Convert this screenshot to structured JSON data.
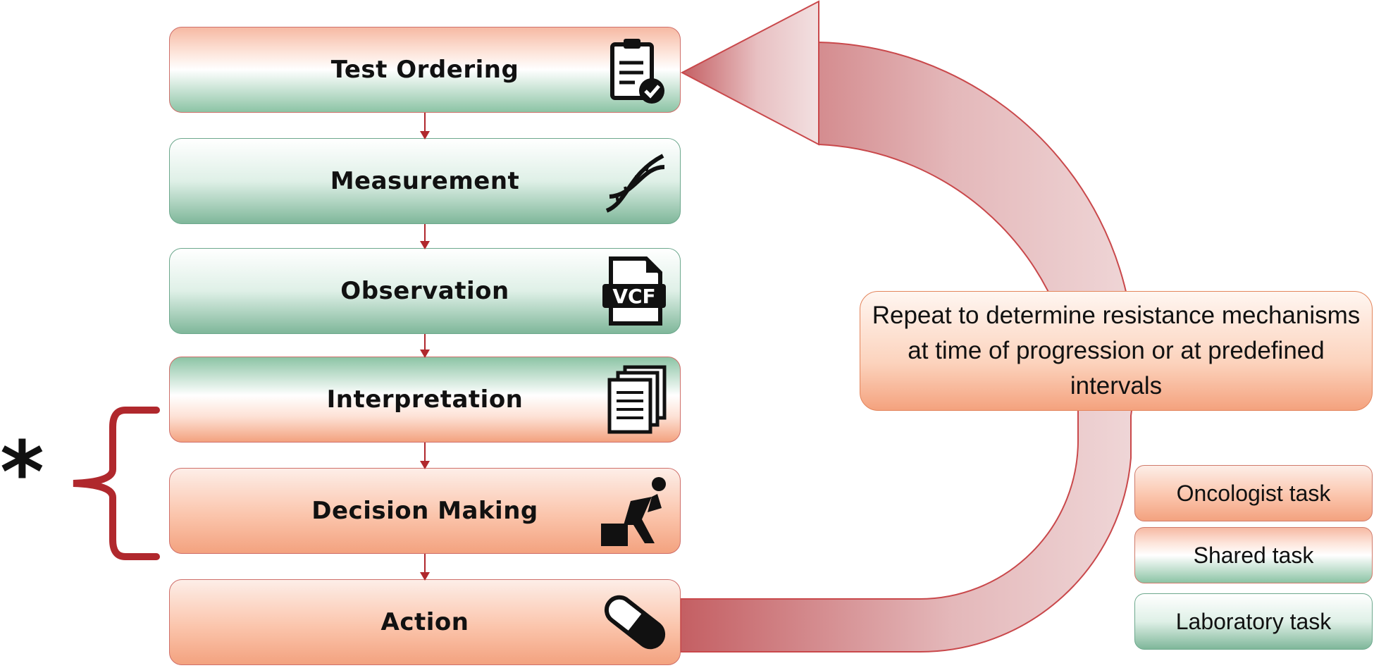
{
  "steps": [
    {
      "label": "Test Ordering",
      "task": "shared",
      "icon": "clipboard-check-icon"
    },
    {
      "label": "Measurement",
      "task": "laboratory",
      "icon": "dna-icon"
    },
    {
      "label": "Observation",
      "task": "laboratory",
      "icon": "vcf-file-icon"
    },
    {
      "label": "Interpretation",
      "task": "shared",
      "icon": "documents-stack-icon"
    },
    {
      "label": "Decision Making",
      "task": "oncologist",
      "icon": "thinker-icon"
    },
    {
      "label": "Action",
      "task": "oncologist",
      "icon": "pill-capsule-icon"
    }
  ],
  "loop_note": "Repeat to determine resistance mechanisms at time of progression or at predefined intervals",
  "icon_text": {
    "vcf": "VCF"
  },
  "bracket_mark": "*",
  "legend": [
    {
      "label": "Oncologist task",
      "color": "#f6ab8a"
    },
    {
      "label": "Shared task",
      "color": "#ffffff"
    },
    {
      "label": "Laboratory task",
      "color": "#a9d5bd"
    }
  ],
  "colors": {
    "arrow": "#c7686a",
    "connector": "#b0282d",
    "bracket": "#b0282d"
  }
}
